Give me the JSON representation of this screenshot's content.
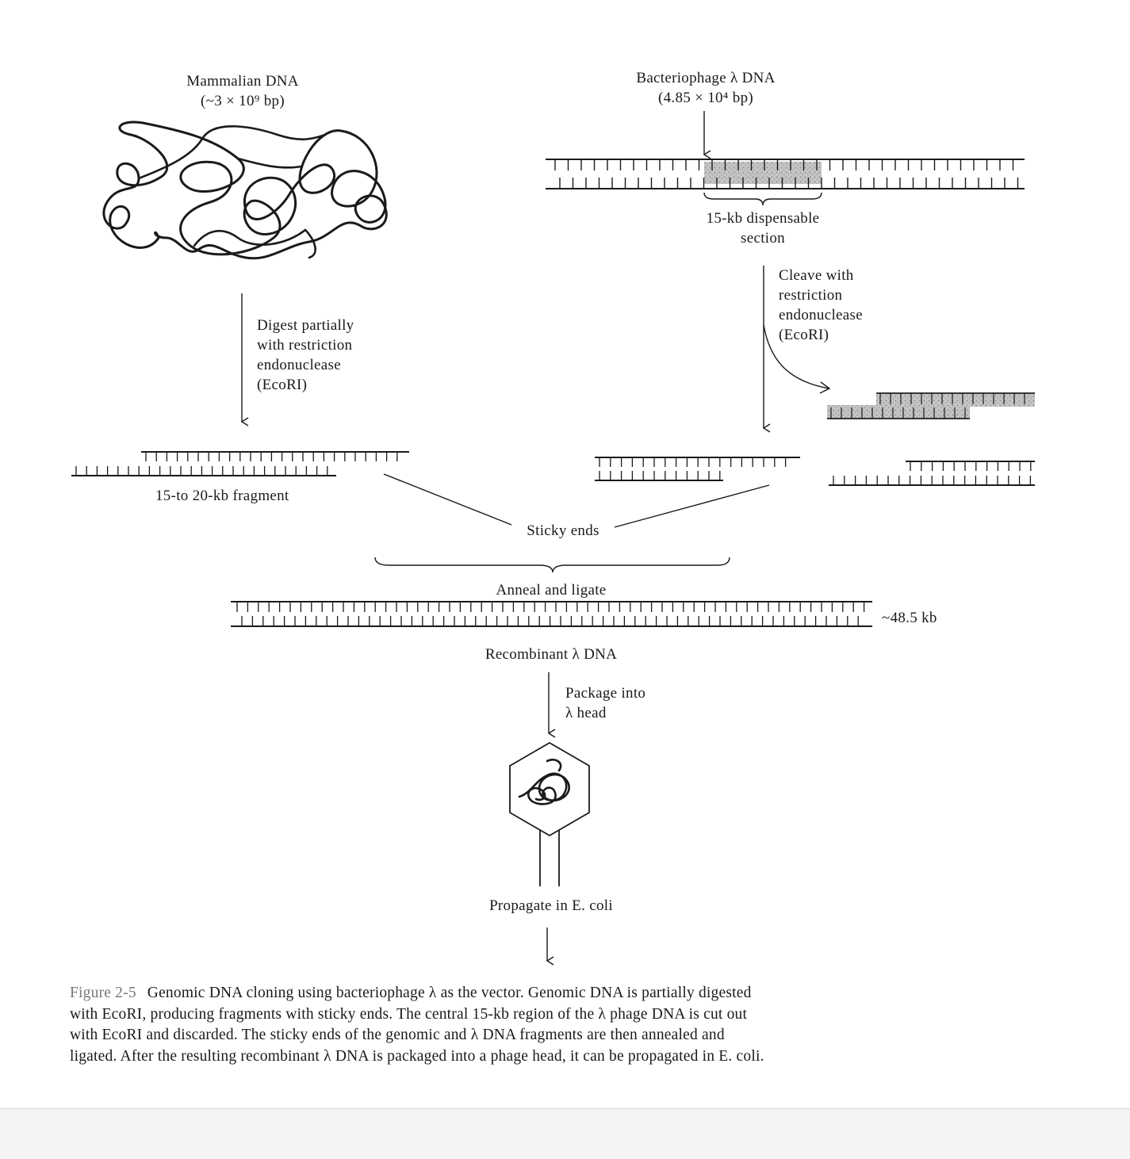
{
  "labels": {
    "mammalian_title": "Mammalian DNA",
    "mammalian_size": "(~3 × 10⁹ bp)",
    "phage_title": "Bacteriophage λ DNA",
    "phage_size": "(4.85 × 10⁴ bp)",
    "dispensable_1": "15-kb dispensable",
    "dispensable_2": "section",
    "digest_1": "Digest partially",
    "digest_2": "with restriction",
    "digest_3": "endonuclease",
    "digest_4": "(EcoRI)",
    "cleave_1": "Cleave with",
    "cleave_2": "restriction",
    "cleave_3": "endonuclease",
    "cleave_4": "(EcoRI)",
    "fragment": "15-to 20-kb fragment",
    "sticky_ends": "Sticky ends",
    "anneal": "Anneal and ligate",
    "size_recombinant": "~48.5 kb",
    "recombinant": "Recombinant λ DNA",
    "package_1": "Package into",
    "package_2": "λ head",
    "propagate": "Propagate in E. coli"
  },
  "caption": {
    "figure_label": "Figure 2-5",
    "text": "Genomic DNA cloning using bacteriophage λ as the vector. Genomic DNA is partially digested with EcoRI, producing fragments with sticky ends. The central 15-kb region of the λ phage DNA is cut out with EcoRI and discarded. The sticky ends of the genomic and λ DNA fragments are then annealed and ligated. After the resulting recombinant λ DNA is packaged into a phage head, it can be propagated in E. coli."
  },
  "colors": {
    "ink": "#1a1a1a",
    "shaded_region": "#b8b8b8",
    "background": "#ffffff"
  }
}
